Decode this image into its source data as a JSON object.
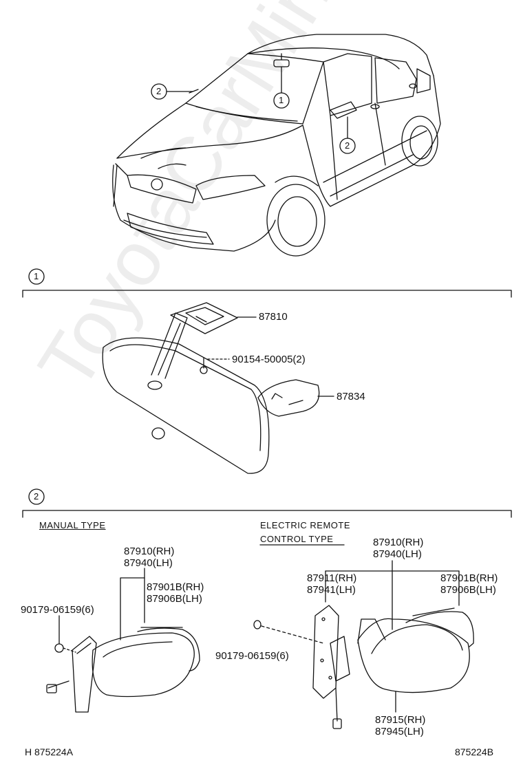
{
  "watermark": "ToyotaCarMine.ru",
  "callouts": {
    "one": "1",
    "two": "2"
  },
  "section1": {
    "part_87810": "87810",
    "part_screw": "90154-50005(2)",
    "part_87834": "87834"
  },
  "section2": {
    "manual_type": "MANUAL TYPE",
    "electric_line1": "ELECTRIC REMOTE",
    "electric_line2": "CONTROL TYPE",
    "manual": {
      "p1": "87910(RH)",
      "p2": "87940(LH)",
      "p3": "87901B(RH)",
      "p4": "87906B(LH)",
      "clip": "90179-06159(6)"
    },
    "electric": {
      "p1": "87910(RH)",
      "p2": "87940(LH)",
      "p3": "87911(RH)",
      "p4": "87941(LH)",
      "p5": "87901B(RH)",
      "p6": "87906B(LH)",
      "clip": "90179-06159(6)",
      "p7": "87915(RH)",
      "p8": "87945(LH)"
    }
  },
  "footer": {
    "left": "H 875224A",
    "right": "875224B"
  }
}
